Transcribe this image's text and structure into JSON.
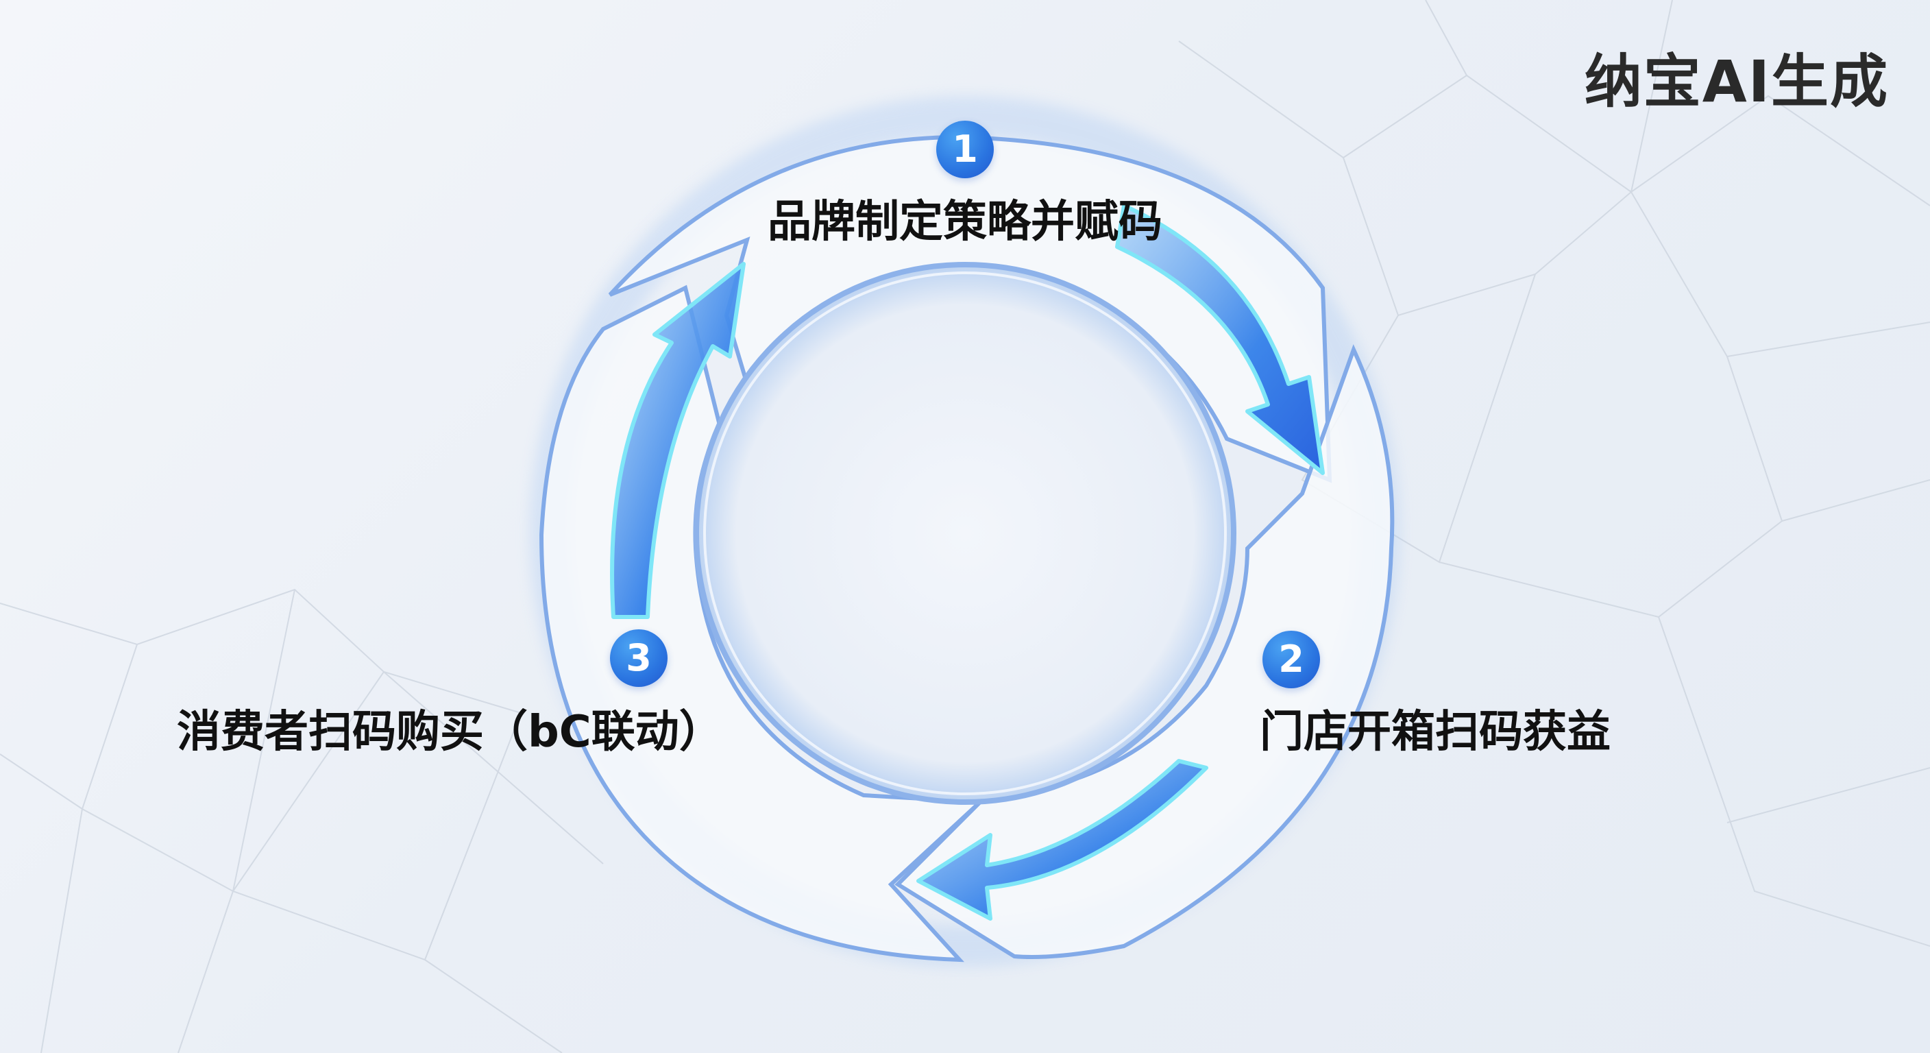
{
  "watermark": "纳宝AI生成",
  "colors": {
    "arrow_core": "#2d6fe2",
    "arrow_edge": "#7fe6f7",
    "ring_outline": "#7aa6e6",
    "badge": "#2a74e0",
    "text": "#111111"
  },
  "steps": [
    {
      "number": "1",
      "label": "品牌制定策略并赋码"
    },
    {
      "number": "2",
      "label": "门店开箱扫码获益"
    },
    {
      "number": "3",
      "label": "消费者扫码购买（bC联动）"
    }
  ]
}
